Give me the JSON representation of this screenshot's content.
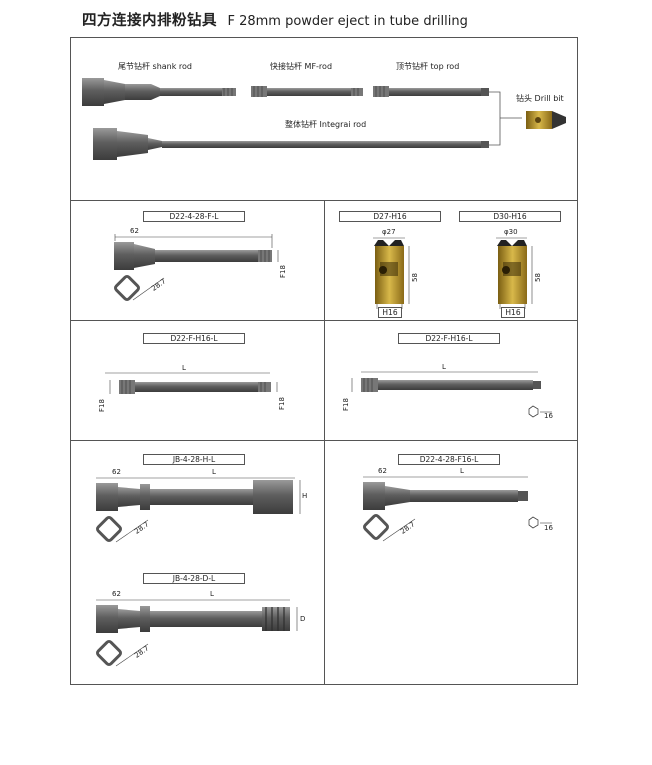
{
  "header": {
    "title_cn": "四方连接内排粉钻具",
    "title_en": "F 28mm powder eject in tube drilling"
  },
  "assembly": {
    "shank_rod": "尾节钻杆 shank rod",
    "mf_rod": "快接钻杆 MF-rod",
    "top_rod": "顶节钻杆 top rod",
    "drill_bit": "钻头 Drill bit",
    "integral_rod": "整体钻杆 Integrai rod"
  },
  "panels": {
    "p1": {
      "code": "D22-4-28-F-L",
      "d_len": "62",
      "d_diam": "F18",
      "d_sq": "28.7"
    },
    "p2": {
      "code_a": "D27-H16",
      "code_b": "D30-H16",
      "phi_a": "φ27",
      "phi_b": "φ30",
      "h_a": "58",
      "h_b": "58",
      "hex_a": "H16",
      "hex_b": "H16"
    },
    "p3": {
      "code": "D22-F-H16-L",
      "d_len": "L",
      "d_left": "F18",
      "d_right": "F18"
    },
    "p4": {
      "code": "D22-F-H16-L",
      "d_len": "L",
      "d_left": "F18",
      "d_hex": "16"
    },
    "p5": {
      "code": "JB-4-28-H-L",
      "d_62": "62",
      "d_len": "L",
      "d_h": "H",
      "d_sq": "28.7"
    },
    "p6": {
      "code": "D22-4-28-F16-L",
      "d_62": "62",
      "d_len": "L",
      "d_sq": "28.7",
      "d_hex": "16"
    },
    "p7": {
      "code": "JB-4-28-D-L",
      "d_62": "62",
      "d_len": "L",
      "d_d": "D",
      "d_sq": "28.7"
    }
  },
  "colors": {
    "steel": "#5a5a5a",
    "steel_light": "#8a8a8a",
    "gold": "#b8962e",
    "line": "#555555"
  }
}
